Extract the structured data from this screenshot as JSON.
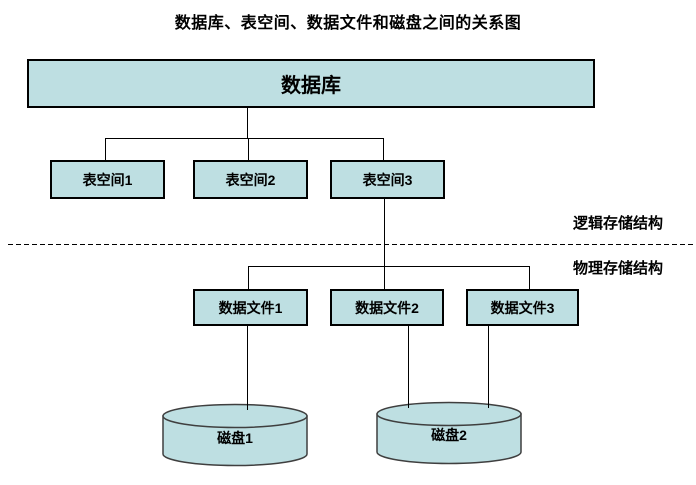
{
  "title": "数据库、表空间、数据文件和磁盘之间的关系图",
  "colors": {
    "background": "#ffffff",
    "box_fill": "#bedfe2",
    "box_border": "#000000",
    "line": "#000000"
  },
  "diagram": {
    "database": {
      "label": "数据库"
    },
    "tablespaces": [
      {
        "label": "表空间1"
      },
      {
        "label": "表空间2"
      },
      {
        "label": "表空间3"
      }
    ],
    "datafiles": [
      {
        "label": "数据文件1"
      },
      {
        "label": "数据文件2"
      },
      {
        "label": "数据文件3"
      }
    ],
    "disks": [
      {
        "label": "磁盘1"
      },
      {
        "label": "磁盘2"
      }
    ],
    "section_labels": {
      "logical": "逻辑存储结构",
      "physical": "物理存储结构"
    }
  }
}
